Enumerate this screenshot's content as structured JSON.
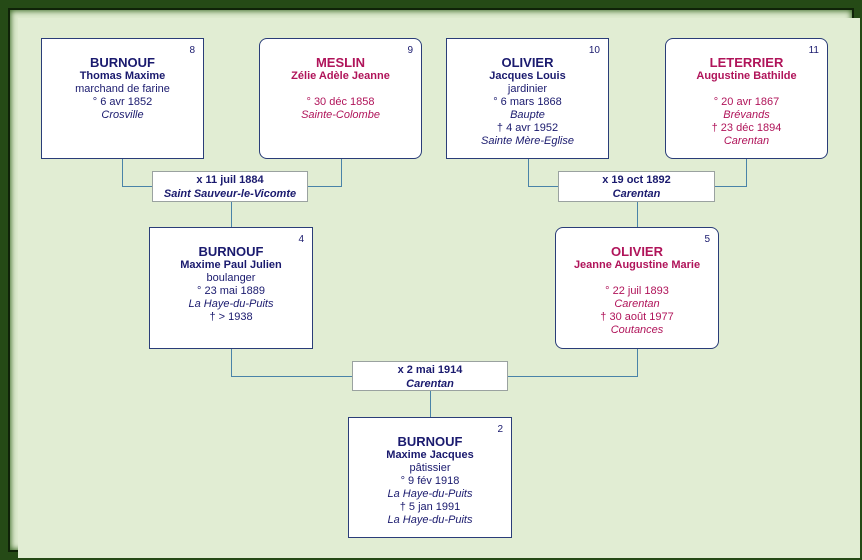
{
  "people": {
    "p8": {
      "number": "8",
      "surname": "BURNOUF",
      "given": "Thomas Maxime",
      "occupation": "marchand de farine",
      "birth": "° 6 avr 1852",
      "birth_place": "Crosville"
    },
    "p9": {
      "number": "9",
      "surname": "MESLIN",
      "given": "Zélie Adèle Jeanne",
      "birth": "° 30 déc 1858",
      "birth_place": "Sainte-Colombe"
    },
    "p10": {
      "number": "10",
      "surname": "OLIVIER",
      "given": "Jacques Louis",
      "occupation": "jardinier",
      "birth": "° 6 mars 1868",
      "birth_place": "Baupte",
      "death": "† 4 avr 1952",
      "death_place": "Sainte Mère-Eglise"
    },
    "p11": {
      "number": "11",
      "surname": "LETERRIER",
      "given": "Augustine Bathilde",
      "birth": "° 20 avr 1867",
      "birth_place": "Brévands",
      "death": "† 23 déc 1894",
      "death_place": "Carentan"
    },
    "p4": {
      "number": "4",
      "surname": "BURNOUF",
      "given": "Maxime Paul Julien",
      "occupation": "boulanger",
      "birth": "° 23 mai 1889",
      "birth_place": "La Haye-du-Puits",
      "death": "† > 1938"
    },
    "p5": {
      "number": "5",
      "surname": "OLIVIER",
      "given": "Jeanne Augustine Marie",
      "birth": "° 22 juil 1893",
      "birth_place": "Carentan",
      "death": "† 30 août 1977",
      "death_place": "Coutances"
    },
    "p2": {
      "number": "2",
      "surname": "BURNOUF",
      "given": "Maxime Jacques",
      "occupation": "pâtissier",
      "birth": "° 9 fév 1918",
      "birth_place": "La Haye-du-Puits",
      "death": "† 5 jan 1991",
      "death_place": "La Haye-du-Puits"
    }
  },
  "marriages": {
    "m8_9": {
      "date": "x 11 juil 1884",
      "place": "Saint Sauveur-le-Vicomte"
    },
    "m10_11": {
      "date": "x 19 oct 1892",
      "place": "Carentan"
    },
    "m4_5": {
      "date": "x 2 mai 1914",
      "place": "Carentan"
    }
  },
  "colors": {
    "male": "#1a1a6e",
    "female": "#b0145a",
    "connector": "#4a83a8",
    "background": "#e1edd3",
    "frame": "#254a16"
  }
}
